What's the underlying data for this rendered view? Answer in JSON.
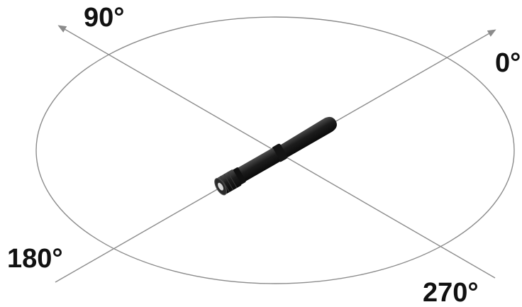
{
  "diagram": {
    "angle_labels": {
      "deg_90": "90°",
      "deg_0": "0°",
      "deg_180": "180°",
      "deg_270": "270°"
    },
    "colors": {
      "ring": "#8c8c8c",
      "axis": "#8c8c8c",
      "antenna_body": "#1c1c1c",
      "antenna_highlight": "#4a4a4a",
      "label": "#111111"
    }
  }
}
